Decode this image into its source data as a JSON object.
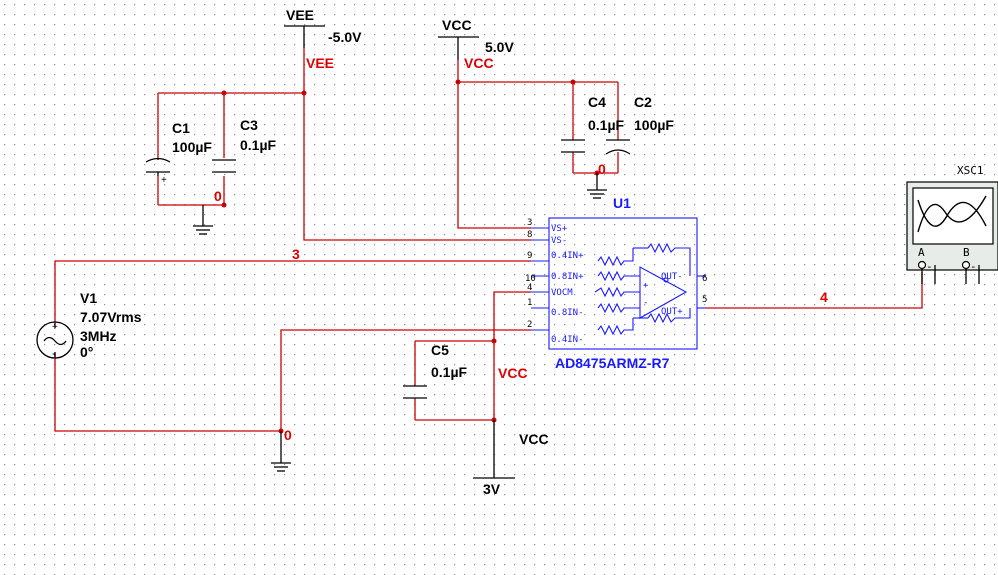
{
  "rails": {
    "vee": {
      "name": "VEE",
      "voltage": "-5.0V",
      "net": "VEE"
    },
    "vcc": {
      "name": "VCC",
      "voltage": "5.0V",
      "net": "VCC"
    },
    "vcc_bottom": {
      "name": "VCC",
      "voltage": "3V",
      "net": "VCC"
    }
  },
  "components": {
    "c1": {
      "ref": "C1",
      "value": "100µF"
    },
    "c2": {
      "ref": "C2",
      "value": "100µF"
    },
    "c3": {
      "ref": "C3",
      "value": "0.1µF"
    },
    "c4": {
      "ref": "C4",
      "value": "0.1µF"
    },
    "c5": {
      "ref": "C5",
      "value": "0.1µF"
    },
    "v1": {
      "ref": "V1",
      "amplitude": "7.07Vrms",
      "frequency": "3MHz",
      "phase": "0°"
    },
    "u1": {
      "ref": "U1",
      "part": "AD8475ARMZ-R7",
      "pins_left": [
        {
          "num": "3",
          "label": "VS+"
        },
        {
          "num": "8",
          "label": "VS-"
        },
        {
          "num": "9",
          "label": "0.4IN+"
        },
        {
          "num": "10",
          "label": "0.8IN+"
        },
        {
          "num": "4",
          "label": "VOCM"
        },
        {
          "num": "1",
          "label": "0.8IN-"
        },
        {
          "num": "2",
          "label": "0.4IN-"
        }
      ],
      "pins_right": [
        {
          "num": "6",
          "label": "OUT-"
        },
        {
          "num": "5",
          "label": "OUT+"
        }
      ]
    },
    "scope": {
      "ref": "XSC1",
      "ch_a": "A",
      "ch_b": "B"
    }
  },
  "nets": {
    "n0a": "0",
    "n0b": "0",
    "n0c": "0",
    "n3": "3",
    "n4": "4"
  }
}
